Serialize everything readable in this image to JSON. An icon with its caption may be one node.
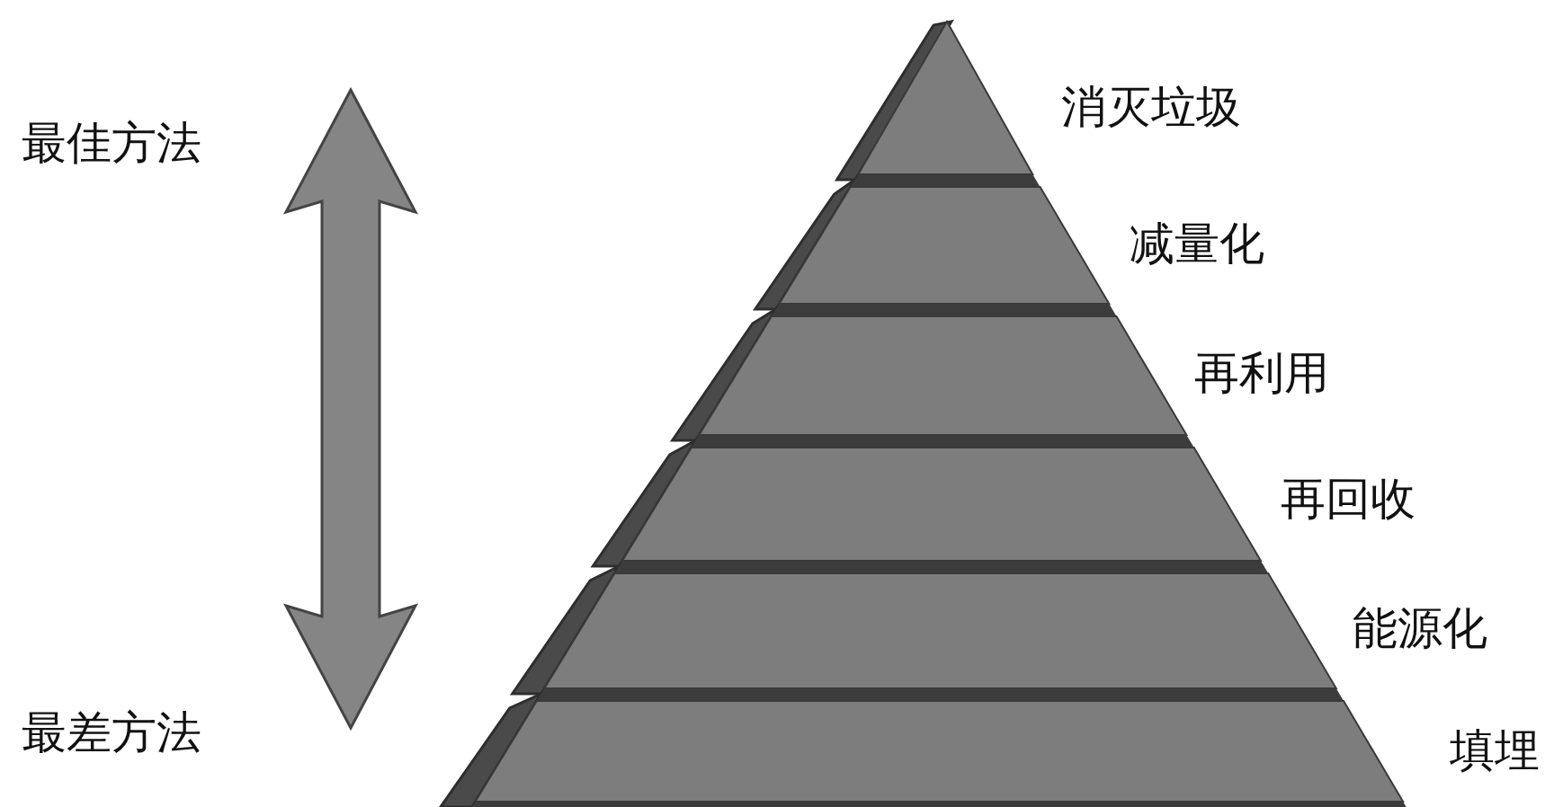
{
  "diagram": {
    "labels": [
      "最佳方法",
      "消灭垃圾",
      "减量化",
      "再利用",
      "再回收",
      "能源化",
      "最差方法",
      "填埋"
    ]
  }
}
